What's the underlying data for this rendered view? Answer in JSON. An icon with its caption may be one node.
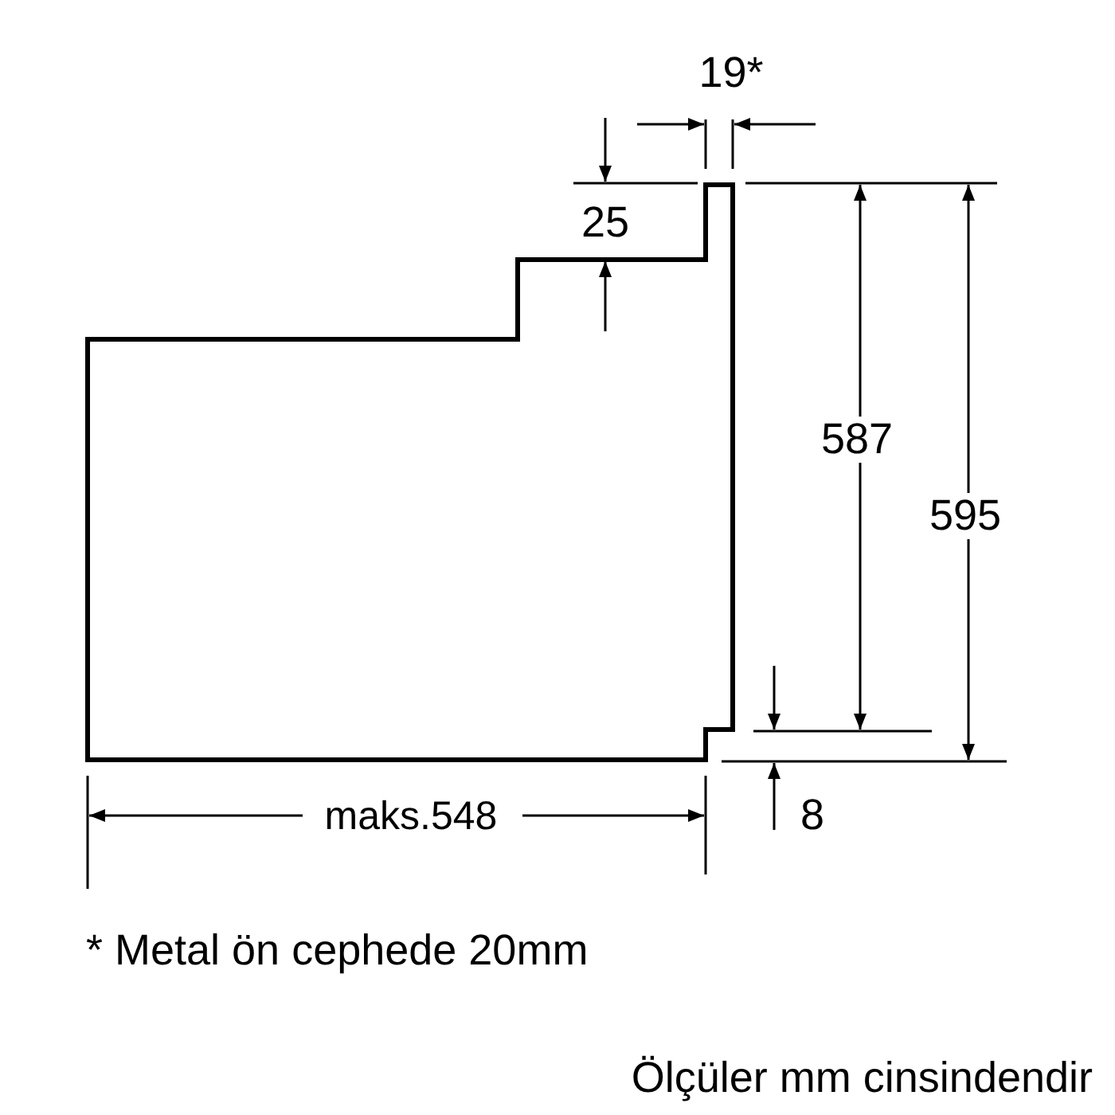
{
  "diagram": {
    "labels": [
      "19*",
      "25",
      "587",
      "595",
      "maks.548",
      "8",
      "* Metal ön cephede 20mm",
      "Ölçüler mm cinsindendir"
    ]
  }
}
